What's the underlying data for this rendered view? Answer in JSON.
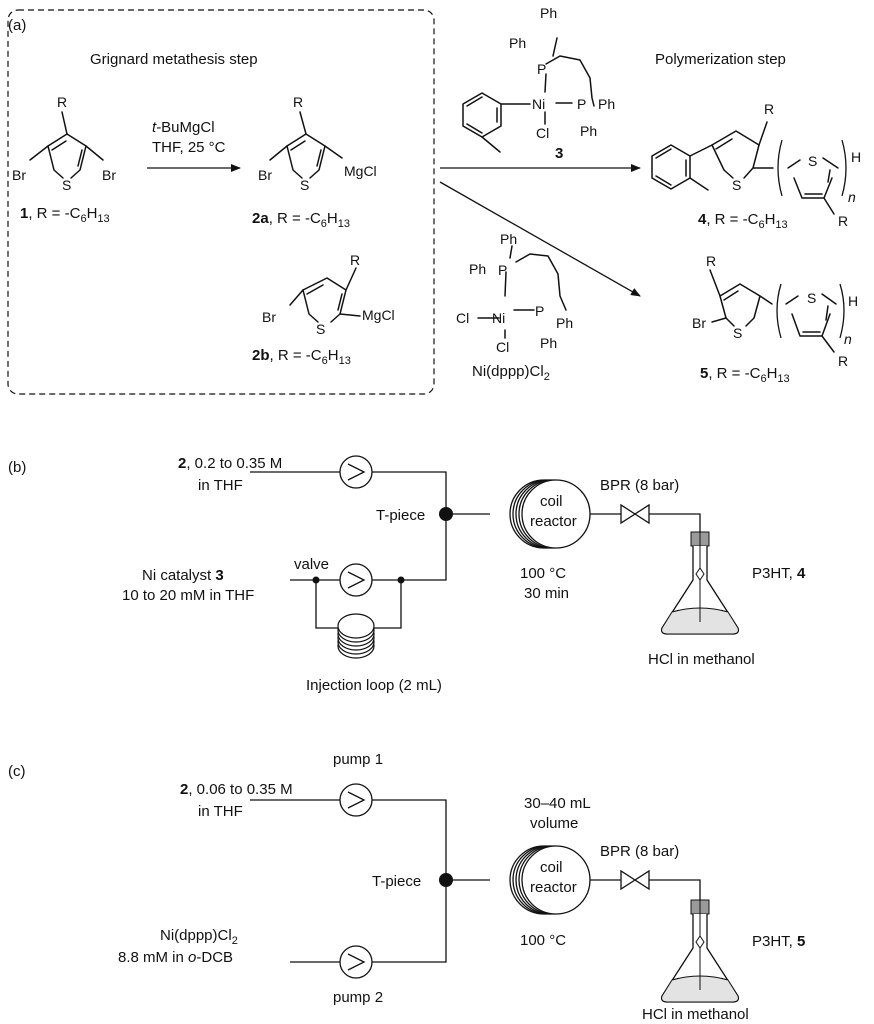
{
  "panel_a": {
    "tag": "(a)",
    "grignard_title": "Grignard metathesis step",
    "polymerization_title": "Polymerization step",
    "reagent_tbu": "t-",
    "reagent_main": "BuMgCl",
    "reagent_conditions": "THF, 25 °C",
    "cpd1_num": "1",
    "cpd1_text": ", R = -C",
    "cpd2a_num": "2a",
    "cpd2a_text": ", R = -C",
    "cpd2b_num": "2b",
    "cpd2b_text": ", R = -C",
    "cpd4_num": "4",
    "cpd4_text": ", R = -C",
    "cpd5_num": "5",
    "cpd5_text": ", R = -C",
    "hexyl_c_sub": "6",
    "hexyl_h": "H",
    "hexyl_h_sub": "13",
    "cat3_num": "3",
    "cat_nidppp_main": "Ni(dppp)Cl",
    "cat_nidppp_sub": "2",
    "atoms": {
      "r": "R",
      "br": "Br",
      "s": "S",
      "mgcl": "MgCl",
      "ph": "Ph",
      "p": "P",
      "ni": "Ni",
      "cl": "Cl",
      "h": "H",
      "n": "n"
    }
  },
  "panel_b": {
    "tag": "(b)",
    "feed1_num": "2",
    "feed1_line1": ", 0.2 to 0.35 M",
    "feed1_line2": "in THF",
    "feed2_line1_main": "Ni catalyst ",
    "feed2_line1_num": "3",
    "feed2_line2": "10 to 20 mM in THF",
    "valve": "valve",
    "tpiece": "T-piece",
    "coil_line1": "coil",
    "coil_line2": "reactor",
    "temp": "100 °C",
    "time": "30 min",
    "bpr": "BPR (8 bar)",
    "product_main": "P3HT, ",
    "product_num": "4",
    "quench": "HCl in methanol",
    "loop": "Injection loop (2 mL)"
  },
  "panel_c": {
    "tag": "(c)",
    "pump1": "pump 1",
    "pump2": "pump 2",
    "feed1_num": "2",
    "feed1_line1": ", 0.06 to 0.35 M",
    "feed1_line2": "in THF",
    "feed2_line1_main": "Ni(dppp)Cl",
    "feed2_line1_sub": "2",
    "feed2_line2_main": "8.8 mM in ",
    "feed2_line2_it": "o",
    "feed2_line2_end": "-DCB",
    "volume_line1": "30–40 mL",
    "volume_line2": "volume",
    "tpiece": "T-piece",
    "coil_line1": "coil",
    "coil_line2": "reactor",
    "temp": "100 °C",
    "bpr": "BPR (8 bar)",
    "product_main": "P3HT, ",
    "product_num": "5",
    "quench": "HCl in methanol"
  }
}
